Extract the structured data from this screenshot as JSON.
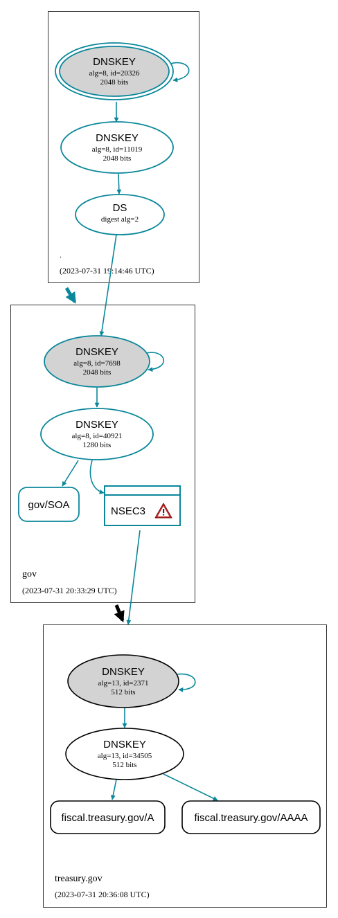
{
  "zones": {
    "root": {
      "name": ".",
      "timestamp": "(2023-07-31 19:14:46 UTC)"
    },
    "gov": {
      "name": "gov",
      "timestamp": "(2023-07-31 20:33:29 UTC)"
    },
    "treasury": {
      "name": "treasury.gov",
      "timestamp": "(2023-07-31 20:36:08 UTC)"
    }
  },
  "nodes": {
    "root_ksk": {
      "title": "DNSKEY",
      "line1": "alg=8, id=20326",
      "line2": "2048 bits"
    },
    "root_zsk": {
      "title": "DNSKEY",
      "line1": "alg=8, id=11019",
      "line2": "2048 bits"
    },
    "gov_ds": {
      "title": "DS",
      "line1": "digest alg=2"
    },
    "gov_ksk": {
      "title": "DNSKEY",
      "line1": "alg=8, id=7698",
      "line2": "2048 bits"
    },
    "gov_zsk": {
      "title": "DNSKEY",
      "line1": "alg=8, id=40921",
      "line2": "1280 bits"
    },
    "gov_soa": {
      "label": "gov/SOA"
    },
    "gov_nsec3": {
      "label": "NSEC3"
    },
    "treasury_ksk": {
      "title": "DNSKEY",
      "line1": "alg=13, id=2371",
      "line2": "512 bits"
    },
    "treasury_zsk": {
      "title": "DNSKEY",
      "line1": "alg=13, id=34505",
      "line2": "512 bits"
    },
    "rr_a": {
      "label": "fiscal.treasury.gov/A"
    },
    "rr_aaaa": {
      "label": "fiscal.treasury.gov/AAAA"
    }
  },
  "colors": {
    "secure": "#0a879a",
    "insecure": "#000000",
    "ksk_fill": "#d3d3d3",
    "warning": "#c62828"
  },
  "icons": {
    "nsec3_status": "warning-icon"
  }
}
